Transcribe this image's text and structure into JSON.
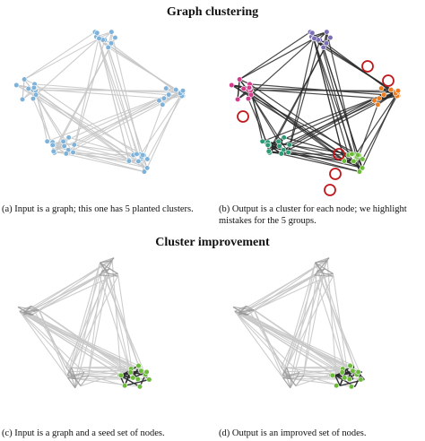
{
  "sections": {
    "top_title": "Graph clustering",
    "bottom_title": "Cluster improvement"
  },
  "captions": {
    "a": "(a) Input is a graph; this one has 5 planted clusters.",
    "b": "(b) Output is a cluster for each node; we highlight mistakes for the 5 groups.",
    "c": "(c) Input is a graph and a seed set of nodes.",
    "d": "(d) Output is an improved set of nodes."
  },
  "colors": {
    "node_input": "#7fb2d8",
    "edge_light": "#c8c8c8",
    "edge_dark": "#2a2a2a",
    "cluster_purple": "#7b6fb4",
    "cluster_magenta": "#d43b8c",
    "cluster_orange": "#ef7d1e",
    "cluster_teal": "#2c9a74",
    "cluster_green": "#6dbb3a",
    "mistake_ring": "#c0181b"
  }
}
